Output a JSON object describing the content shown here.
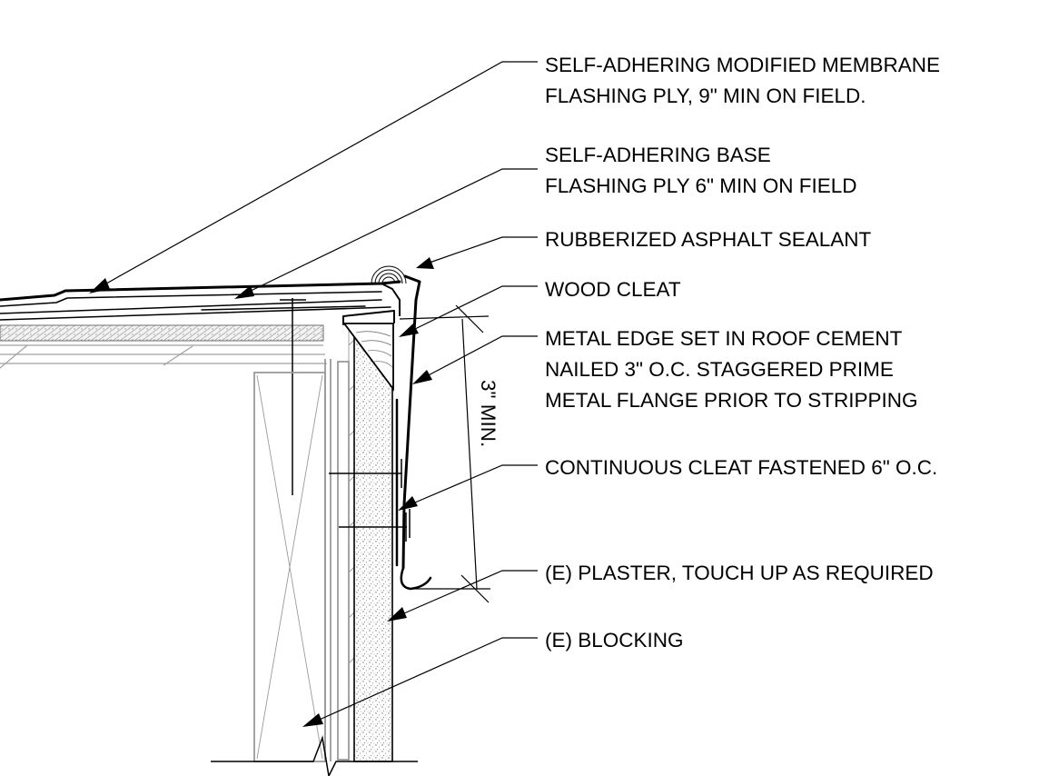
{
  "labels": [
    {
      "id": "membrane-ply",
      "lines": [
        "SELF-ADHERING MODIFIED MEMBRANE",
        "FLASHING PLY, 9\" MIN ON FIELD."
      ]
    },
    {
      "id": "base-ply",
      "lines": [
        "SELF-ADHERING BASE",
        "FLASHING PLY 6\" MIN ON FIELD"
      ]
    },
    {
      "id": "sealant",
      "lines": [
        "RUBBERIZED ASPHALT SEALANT"
      ]
    },
    {
      "id": "wood-cleat",
      "lines": [
        "WOOD CLEAT"
      ]
    },
    {
      "id": "metal-edge",
      "lines": [
        "METAL EDGE SET IN ROOF CEMENT",
        "NAILED 3\" O.C. STAGGERED PRIME",
        "METAL FLANGE PRIOR TO STRIPPING"
      ]
    },
    {
      "id": "continuous-cleat",
      "lines": [
        "CONTINUOUS CLEAT FASTENED 6\" O.C."
      ]
    },
    {
      "id": "plaster",
      "lines": [
        "(E) PLASTER, TOUCH UP AS REQUIRED"
      ]
    },
    {
      "id": "blocking",
      "lines": [
        "(E) BLOCKING"
      ]
    }
  ],
  "dimension": {
    "text": "3\" MIN."
  },
  "colors": {
    "line": "#000000",
    "gray": "#9a9a9a",
    "hatch": "#6e6e6e"
  }
}
